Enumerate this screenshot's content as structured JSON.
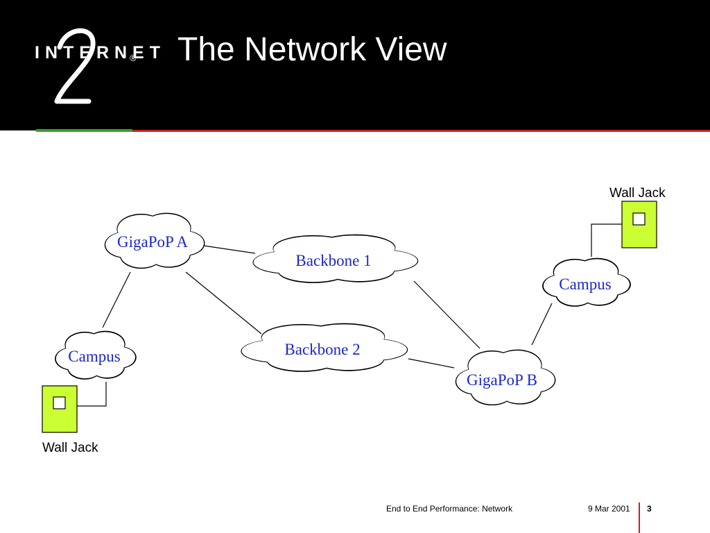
{
  "logo": {
    "wordmark": "INTERNET",
    "numeral": "2",
    "registered": "®"
  },
  "slide": {
    "title": "The Network View"
  },
  "diagram": {
    "nodes": [
      {
        "id": "gigapop-a",
        "label": "GigaPoP A"
      },
      {
        "id": "backbone-1",
        "label": "Backbone 1"
      },
      {
        "id": "backbone-2",
        "label": "Backbone 2"
      },
      {
        "id": "campus-left",
        "label": "Campus"
      },
      {
        "id": "campus-right",
        "label": "Campus"
      },
      {
        "id": "gigapop-b",
        "label": "GigaPoP B"
      }
    ],
    "wall_jacks": [
      {
        "id": "wall-jack-right",
        "label": "Wall Jack"
      },
      {
        "id": "wall-jack-left",
        "label": "Wall Jack"
      }
    ],
    "edges": [
      [
        "gigapop-a",
        "backbone-1"
      ],
      [
        "gigapop-a",
        "backbone-2"
      ],
      [
        "gigapop-a",
        "campus-left"
      ],
      [
        "backbone-1",
        "gigapop-b"
      ],
      [
        "backbone-2",
        "gigapop-b"
      ],
      [
        "gigapop-b",
        "campus-right"
      ],
      [
        "campus-left",
        "wall-jack-left"
      ],
      [
        "campus-right",
        "wall-jack-right"
      ]
    ],
    "colors": {
      "label": "#1a28c8",
      "jack_fill": "#ccff33",
      "line": "#000000"
    }
  },
  "footer": {
    "presentation": "End to End Performance: Network",
    "date": "9 Mar 2001",
    "page": "3"
  },
  "colors": {
    "header_bg": "#000000",
    "accent_red": "#cc1f1f",
    "accent_green": "#33a02c"
  }
}
